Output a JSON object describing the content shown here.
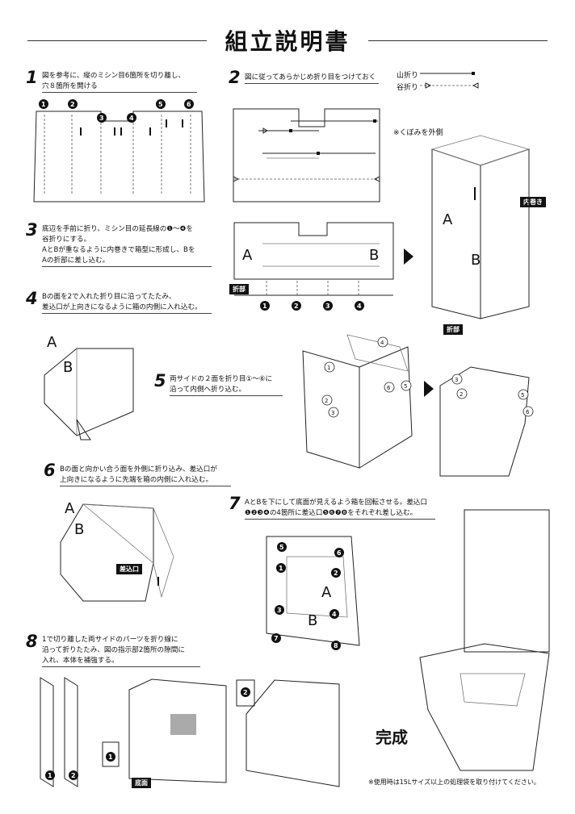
{
  "title": "組立説明書",
  "legend": {
    "mountain": "山折り",
    "valley": "谷折り"
  },
  "steps": [
    {
      "num": "1",
      "text": "図を参考に、縦のミシン目6箇所を切り離し、\n穴８箇所を開ける"
    },
    {
      "num": "2",
      "text": "図に従ってあらかじめ折り目をつけておく"
    },
    {
      "num": "3",
      "text": "底辺を手前に折り、ミシン目の延長線の❶〜❹を\n谷折りにする。\nAとBが重なるように内巻きで箱型に形成し、Bを\nAの折部に差し込む。"
    },
    {
      "num": "4",
      "text": "Bの面を2で入れた折り目に沿ってたたみ、\n差込口が上向きになるように箱の内側に入れ込む。"
    },
    {
      "num": "5",
      "text": "両サイドの２面を折り目①〜⑥に\n沿って内側へ折り込む。"
    },
    {
      "num": "6",
      "text": "Bの面と向かい合う面を外側に折り込み、差込口が\n上向きになるように先端を箱の内側に入れ込む。"
    },
    {
      "num": "7",
      "text": "AとBを下にして底面が見えるよう箱を回転させる。差込口\n❶❷❸❹の4箇所に差込口❺❻❼❽をそれぞれ差し込む。"
    },
    {
      "num": "8",
      "text": "1で切り離した両サイドのパーツを折り線に\n沿って折りたたみ、図の指示部2箇所の隙間に\n入れ、本体を補強する。"
    }
  ],
  "labels": {
    "dent_note": "※くぼみを外側",
    "inner_roll": "内巻き",
    "fold_part": "折部",
    "insert_slot": "差込口",
    "bottom": "底面",
    "A": "A",
    "B": "B",
    "done": "完成",
    "bottom_note": "※使用時は15Lサイズ以上の処理袋を取り付けてください。"
  },
  "markers": {
    "filled": [
      "1",
      "2",
      "3",
      "4",
      "5",
      "6",
      "7",
      "8"
    ],
    "outlined": [
      "1",
      "2",
      "3",
      "4",
      "5",
      "6"
    ]
  }
}
